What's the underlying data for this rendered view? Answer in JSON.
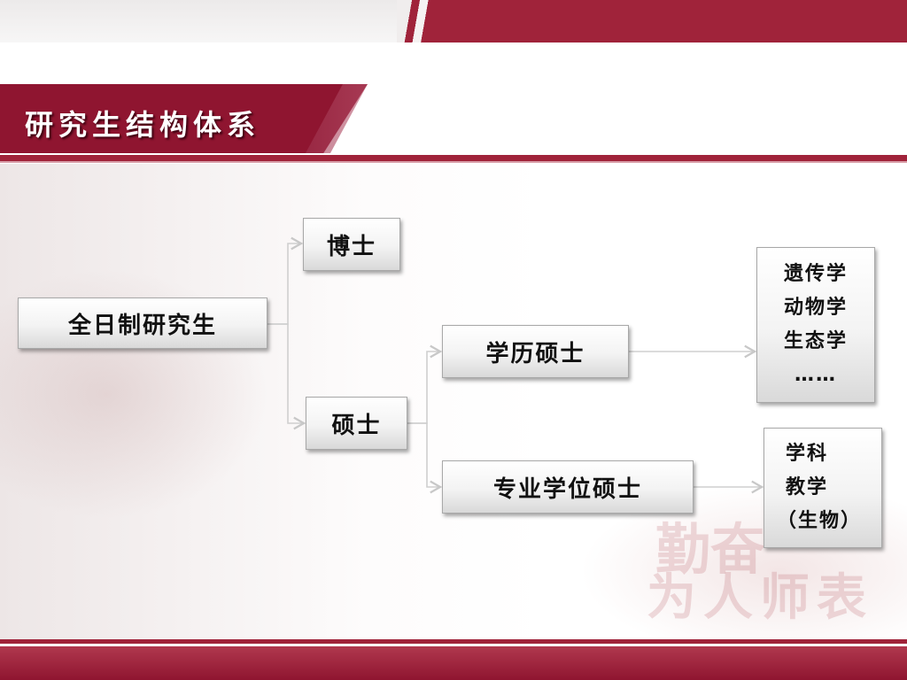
{
  "slide": {
    "title": "研究生结构体系",
    "colors": {
      "accent": "#a0233a",
      "banner": "#8f1530"
    }
  },
  "diagram": {
    "nodes": {
      "root": "全日制研究生",
      "phd": "博士",
      "master": "硕士",
      "academic_master": "学历硕士",
      "professional_master": "专业学位硕士",
      "academic_examples": [
        "遗传学",
        "动物学",
        "生态学",
        "……"
      ],
      "professional_examples": [
        "学科",
        "教学",
        "（生物）"
      ]
    },
    "edges": [
      [
        "root",
        "phd"
      ],
      [
        "root",
        "master"
      ],
      [
        "master",
        "academic_master"
      ],
      [
        "master",
        "professional_master"
      ],
      [
        "academic_master",
        "academic_examples"
      ],
      [
        "professional_master",
        "professional_examples"
      ]
    ]
  }
}
